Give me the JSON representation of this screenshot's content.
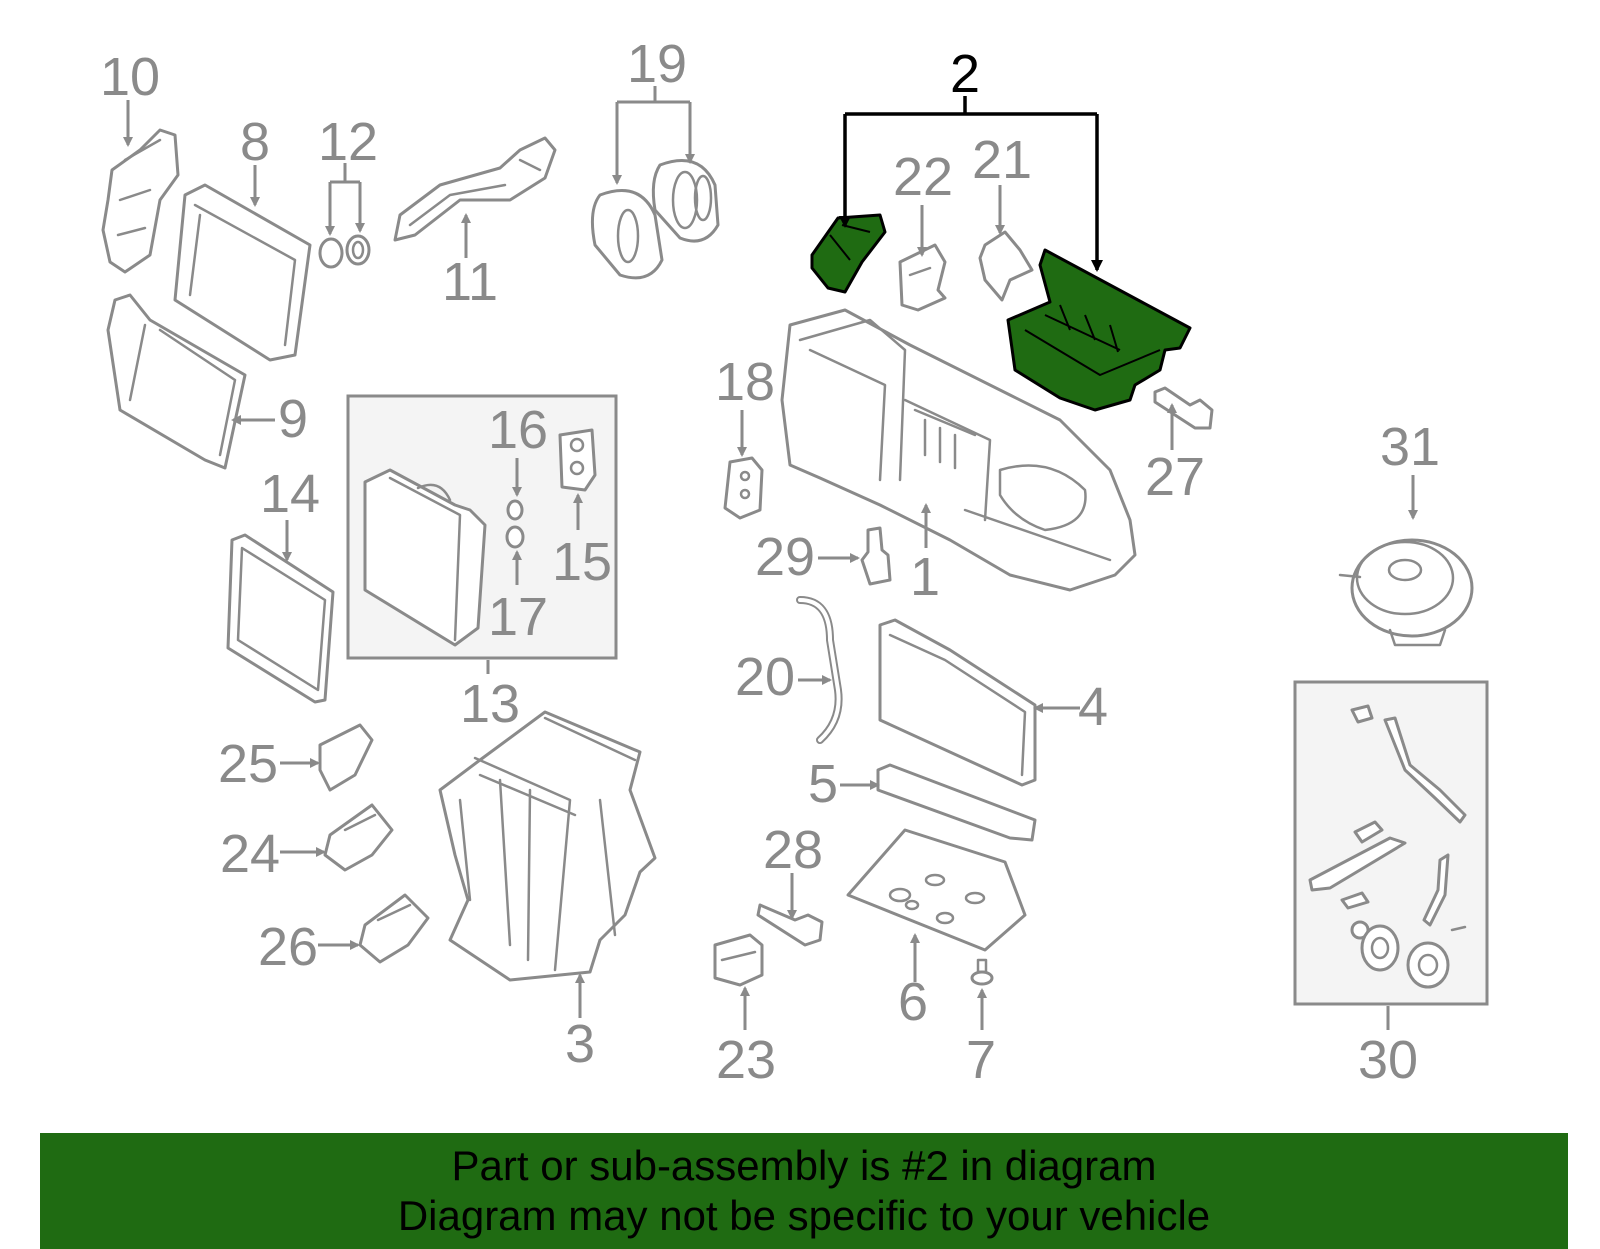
{
  "diagram": {
    "highlighted_callout": "2",
    "highlight_color": "#1f6b12",
    "line_color": "#8a8a8a",
    "callouts": {
      "c1": "1",
      "c2": "2",
      "c3": "3",
      "c4": "4",
      "c5": "5",
      "c6": "6",
      "c7": "7",
      "c8": "8",
      "c9": "9",
      "c10": "10",
      "c11": "11",
      "c12": "12",
      "c13": "13",
      "c14": "14",
      "c15": "15",
      "c16": "16",
      "c17": "17",
      "c18": "18",
      "c19": "19",
      "c20": "20",
      "c21": "21",
      "c22": "22",
      "c23": "23",
      "c24": "24",
      "c25": "25",
      "c26": "26",
      "c27": "27",
      "c28": "28",
      "c29": "29",
      "c30": "30",
      "c31": "31"
    }
  },
  "banner": {
    "line1": "Part or sub-assembly is #2 in diagram",
    "line2": "Diagram may not be specific to your vehicle"
  }
}
